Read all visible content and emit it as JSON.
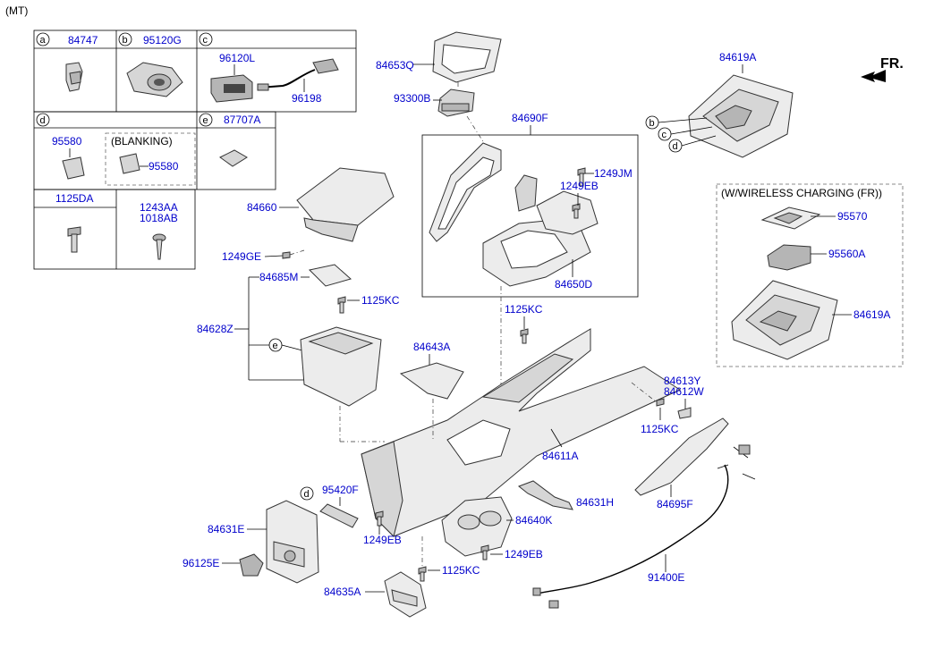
{
  "header": {
    "variant": "(MT)",
    "direction": "FR."
  },
  "legend": {
    "a": {
      "letter": "a",
      "part": "84747"
    },
    "b": {
      "letter": "b",
      "part": "95120G"
    },
    "c": {
      "letter": "c",
      "parts": [
        "96120L",
        "96198"
      ]
    },
    "d": {
      "letter": "d",
      "parts": [
        "95580",
        "95580"
      ],
      "note": "(BLANKING)"
    },
    "e": {
      "letter": "e",
      "part": "87707A"
    },
    "f": {
      "part": "1125DA"
    },
    "g": {
      "parts": [
        "1243AA",
        "1018AB"
      ]
    }
  },
  "wireless_box": {
    "title": "(W/WIRELESS CHARGING (FR))",
    "parts": [
      "95570",
      "95560A",
      "84619A"
    ]
  },
  "parts": {
    "p84653Q": "84653Q",
    "p93300B": "93300B",
    "p84690F": "84690F",
    "p1249JM": "1249JM",
    "p1249EB_top": "1249EB",
    "p84650D": "84650D",
    "p84619A": "84619A",
    "p84660": "84660",
    "p1249GE": "1249GE",
    "p84685M": "84685M",
    "p1125KC_a": "1125KC",
    "p84628Z": "84628Z",
    "p84643A": "84643A",
    "p1125KC_b": "1125KC",
    "p84613Y": "84613Y",
    "p84612W": "84612W",
    "p1125KC_c": "1125KC",
    "p84611A": "84611A",
    "p95420F": "95420F",
    "p84631E": "84631E",
    "p1249EB_mid": "1249EB",
    "p96125E": "96125E",
    "p84640K": "84640K",
    "p84631H": "84631H",
    "p1249EB_bot": "1249EB",
    "p1125KC_d": "1125KC",
    "p84635A": "84635A",
    "p84695F": "84695F",
    "p91400E": "91400E"
  },
  "callouts": {
    "b": "b",
    "c": "c",
    "d": "d",
    "d2": "d",
    "e": "e"
  },
  "colors": {
    "label": "#0000cc",
    "line": "#000000",
    "part_fill": "#ececec"
  }
}
